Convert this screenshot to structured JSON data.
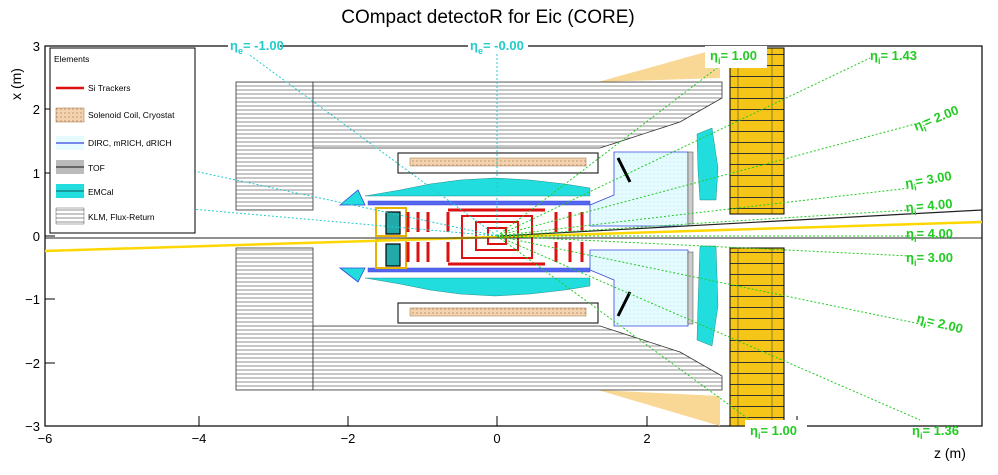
{
  "title": "COmpact detectoR for Eic (CORE)",
  "axes": {
    "xlabel": "z (m)",
    "ylabel": "x (m)",
    "xticks": [
      "−6",
      "−4",
      "−2",
      "0",
      "2"
    ],
    "yticks": [
      "3",
      "2",
      "1",
      "0",
      "−1",
      "−2",
      "−3"
    ]
  },
  "legend": {
    "title": "Elements",
    "items": [
      {
        "label": "Si Trackers",
        "color": "#dd1111"
      },
      {
        "label": "Solenoid Coil, Cryostat",
        "color": "#c8a070"
      },
      {
        "label": "DIRC, mRICH, dRICH",
        "color": "#3344dd"
      },
      {
        "label": "TOF",
        "color": "#999999"
      },
      {
        "label": "EMCal",
        "color": "#22dddd"
      },
      {
        "label": "KLM, Flux-Return",
        "color": "#555555"
      }
    ]
  },
  "eta_labels": {
    "electron": {
      "sym": "η",
      "sub": "e",
      "a": "= -1.00",
      "b": "= -0.00"
    },
    "ion": {
      "sym": "η",
      "sub": "i"
    },
    "ion_values": [
      "= 1.00",
      "= 1.43",
      "= 2.00",
      "= 3.00",
      "= 4.00",
      "= 4.00",
      "= 3.00",
      "= 2.00",
      "= 1.00",
      "= 1.36"
    ]
  },
  "colors": {
    "tracker": "#dd1111",
    "coil": "#f0c8a0",
    "rich": "#3344dd",
    "emcal": "#22dddd",
    "hcal": "#f5c518",
    "eta_ion": "#22cc22",
    "eta_electron": "#22cccc",
    "beam": "#ffd700"
  }
}
